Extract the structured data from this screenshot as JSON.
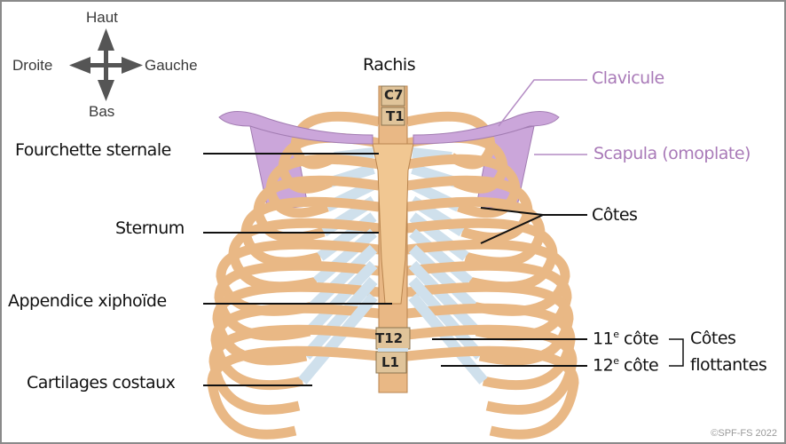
{
  "compass": {
    "up": "Haut",
    "down": "Bas",
    "left": "Droite",
    "right": "Gauche"
  },
  "labels": {
    "rachis": "Rachis",
    "clavicule": "Clavicule",
    "scapula": "Scapula (omoplate)",
    "fourchette": "Fourchette sternale",
    "sternum": "Sternum",
    "cotes": "Côtes",
    "appendice": "Appendice xiphoïde",
    "cote11_num": "11",
    "cote11_sup": "e",
    "cote11_word": " côte",
    "cote12_num": "12",
    "cote12_sup": "e",
    "cote12_word": " côte",
    "flottantes_1": "Côtes",
    "flottantes_2": "flottantes",
    "cartilages": "Cartilages costaux"
  },
  "vertebrae": {
    "c7": "C7",
    "t1": "T1",
    "t12": "T12",
    "l1": "L1"
  },
  "copyright": "©SPF-FS 2022",
  "colors": {
    "bone": "#e9b885",
    "bone_stroke": "#b9854f",
    "cartilage": "#cfe0ec",
    "cartilage_stroke": "#8aa5b8",
    "purple": "#cba6da",
    "purple_text": "#a97ab8",
    "arrow": "#555555"
  }
}
